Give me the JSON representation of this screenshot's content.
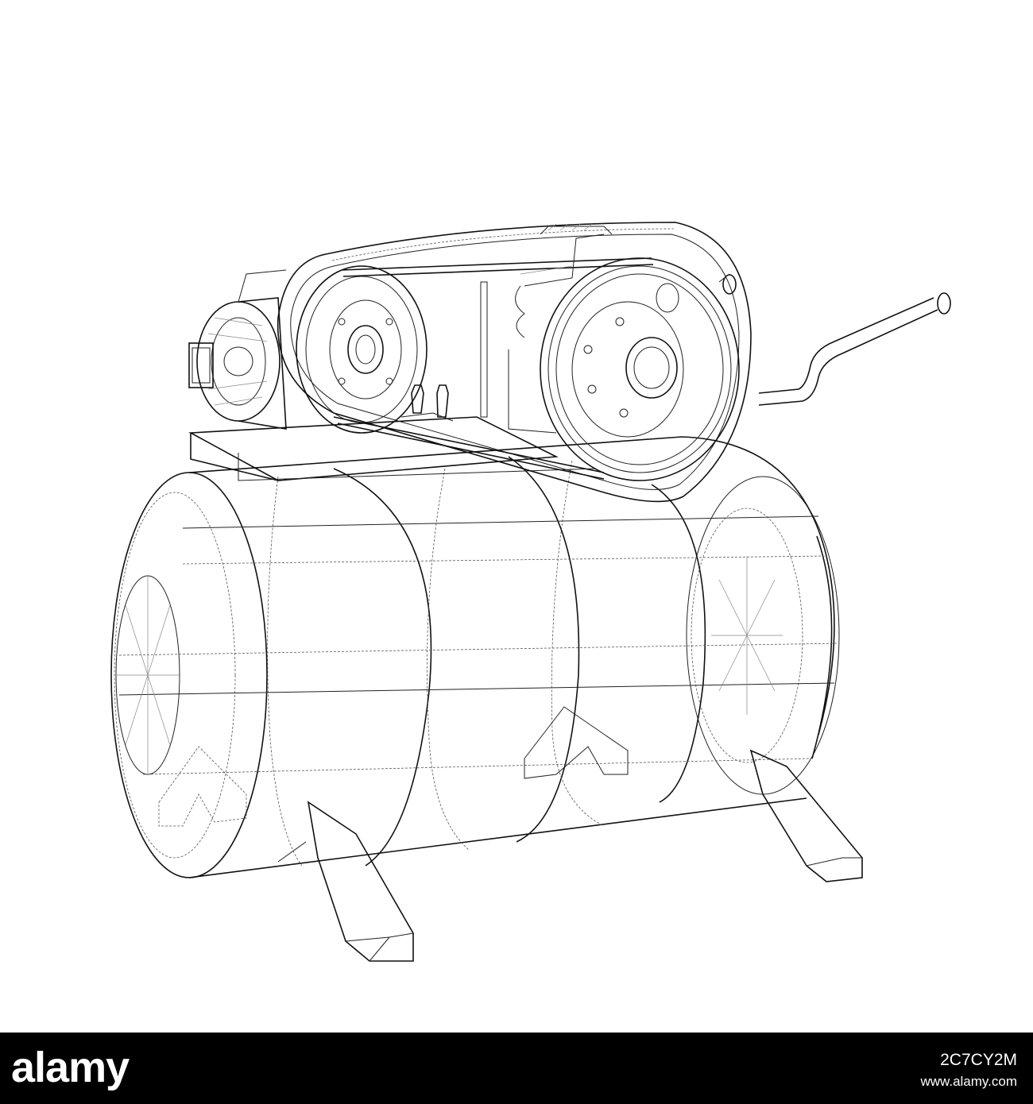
{
  "footer": {
    "logo_text": "alamy",
    "image_id": "2C7CY2M",
    "url": "www.alamy.com",
    "background_color": "#000000",
    "text_color": "#ffffff"
  },
  "illustration": {
    "subject_icon": "air-compressor-wireframe",
    "line_color": "#111111",
    "background_color": "#ffffff"
  }
}
